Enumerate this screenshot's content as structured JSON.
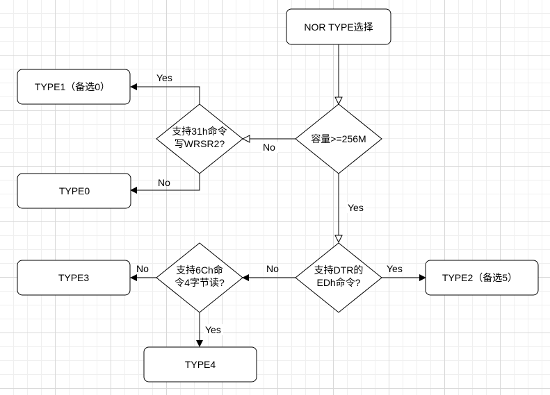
{
  "nodes": {
    "start": "NOR TYPE选择",
    "d_cap": "容量>=256M",
    "d_31h_l1": "支持31h命令",
    "d_31h_l2": "写WRSR2?",
    "type1": "TYPE1（备选0）",
    "type0": "TYPE0",
    "d_dtr_l1": "支持DTR的",
    "d_dtr_l2": "EDh命令?",
    "d_6ch_l1": "支持6Ch命",
    "d_6ch_l2": "令4字节读?",
    "type2": "TYPE2（备选5）",
    "type3": "TYPE3",
    "type4": "TYPE4"
  },
  "edges": {
    "cap_no": "No",
    "cap_yes": "Yes",
    "h31_yes": "Yes",
    "h31_no": "No",
    "dtr_yes": "Yes",
    "dtr_no": "No",
    "ch6_no": "No",
    "ch6_yes": "Yes"
  },
  "colors": {
    "stroke": "#000000",
    "fill": "#ffffff"
  }
}
